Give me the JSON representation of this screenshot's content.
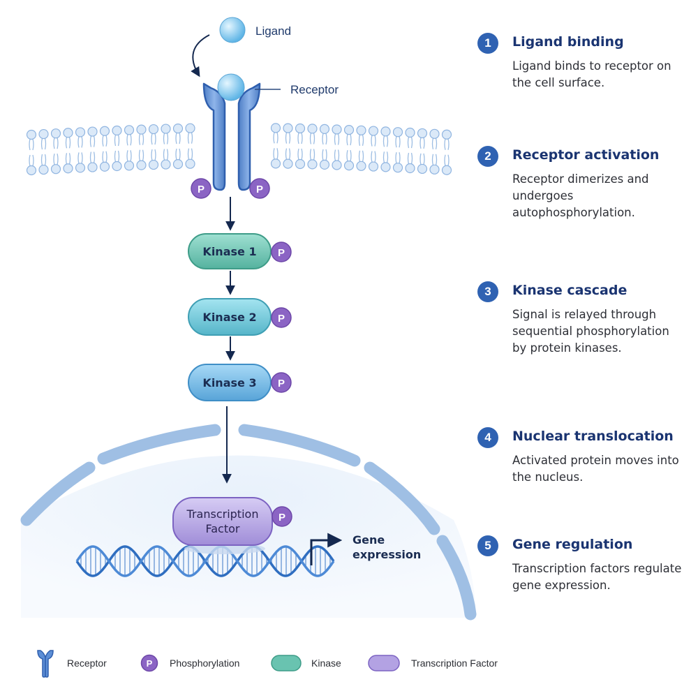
{
  "diagram": {
    "ligand_label": "Ligand",
    "receptor_label": "Receptor",
    "phospho_symbol": "P",
    "kinases": [
      "Kinase 1",
      "Kinase 2",
      "Kinase 3"
    ],
    "transcription_factor": [
      "Transcription",
      "Factor"
    ],
    "gene_expression": [
      "Gene",
      "expression"
    ]
  },
  "steps": [
    {
      "number": "1",
      "title": "Ligand binding",
      "desc": "Ligand binds to receptor on the cell surface."
    },
    {
      "number": "2",
      "title": "Receptor activation",
      "desc": "Receptor dimerizes and undergoes autophosphorylation."
    },
    {
      "number": "3",
      "title": "Kinase cascade",
      "desc": "Signal is relayed through sequential phosphorylation by protein kinases."
    },
    {
      "number": "4",
      "title": "Nuclear translocation",
      "desc": "Activated protein moves into the nucleus."
    },
    {
      "number": "5",
      "title": "Gene regulation",
      "desc": "Transcription factors regulate gene expression."
    }
  ],
  "legend": {
    "receptor": "Receptor",
    "phospho_symbol": "P",
    "phosphorylation": "Phosphorylation",
    "kinase": "Kinase",
    "transcription_factor": "Transcription Factor"
  },
  "colors": {
    "membrane": "#b9d3ee",
    "receptor": "#5d8fd6",
    "phospho": "#8b64c4",
    "kinase1": "#69c3b0",
    "kinase2": "#6cc6d8",
    "kinase3": "#6fb7e6",
    "transcription_factor": "#b3a2e3",
    "dna": "#2f6ec0",
    "step_badge": "#2f62b2",
    "arrow": "#14284f"
  }
}
